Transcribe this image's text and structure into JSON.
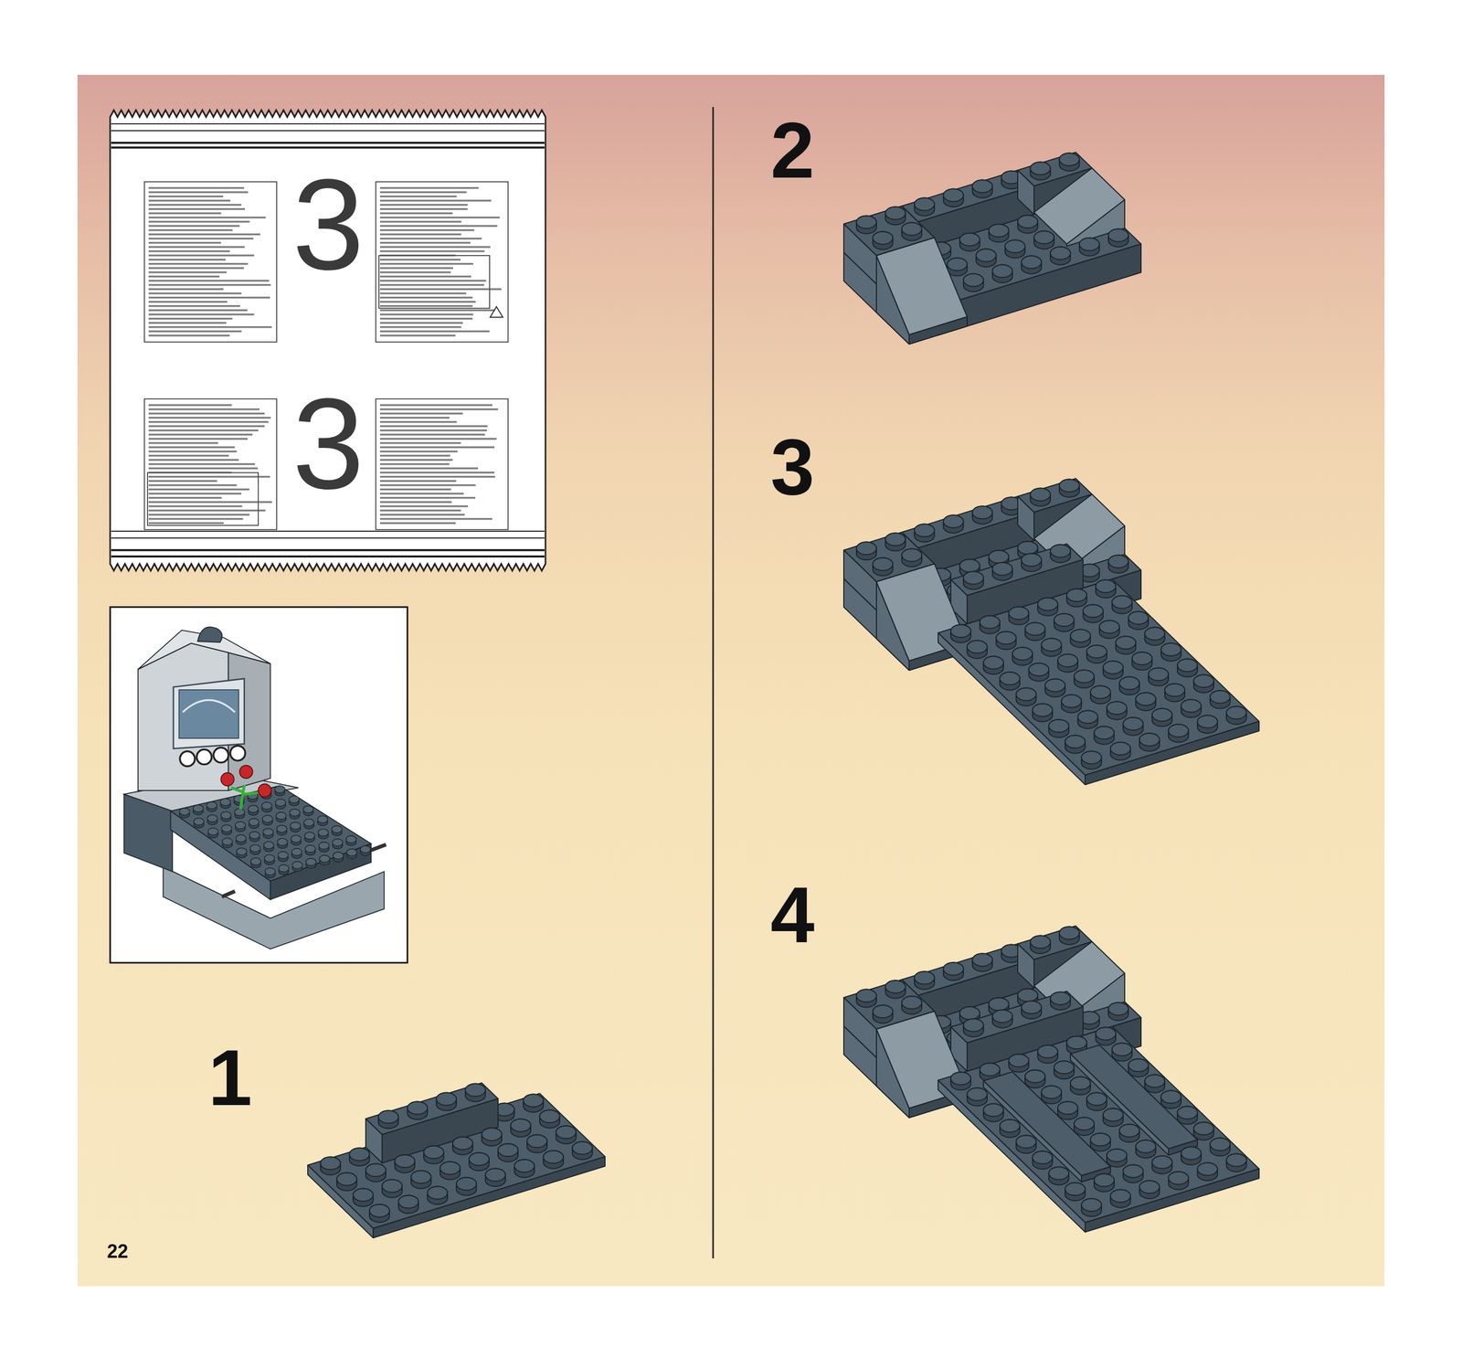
{
  "diagram": {
    "labels": [
      "3",
      "3",
      "1",
      "2",
      "3",
      "4",
      "22"
    ]
  }
}
